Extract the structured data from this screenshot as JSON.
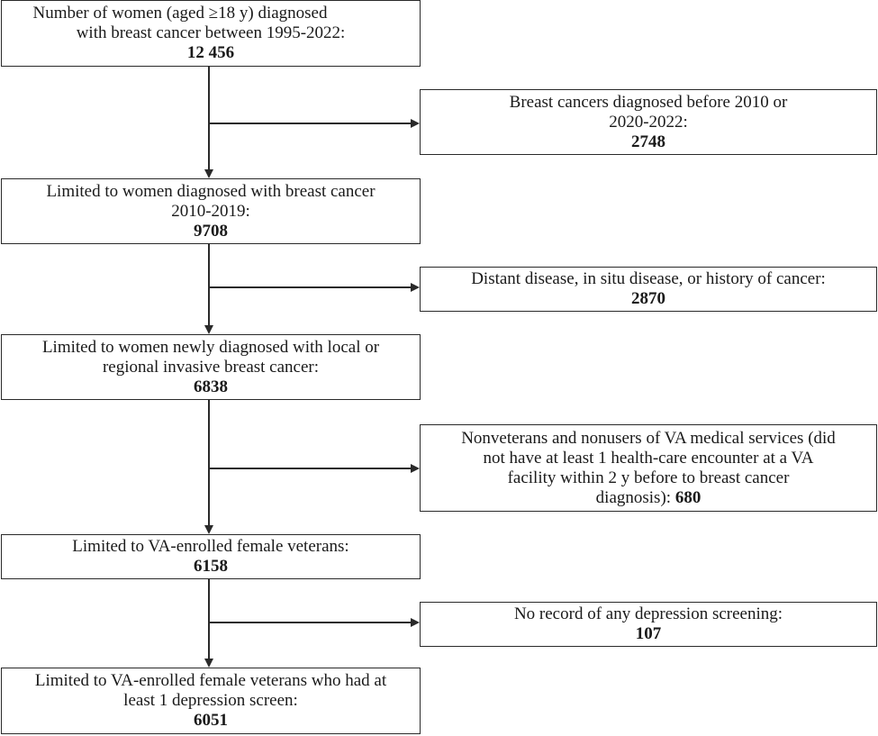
{
  "main_boxes": [
    {
      "lines": [
        "Number of women (aged ≥18 y) diagnosed",
        "with breast cancer between 1995-2022:"
      ],
      "count": "12 456"
    },
    {
      "lines": [
        "Limited to women diagnosed with breast cancer",
        "2010-2019:"
      ],
      "count": "9708"
    },
    {
      "lines": [
        "Limited to women newly diagnosed with local or",
        "regional invasive breast cancer:"
      ],
      "count": "6838"
    },
    {
      "lines": [
        "Limited to VA-enrolled female veterans:"
      ],
      "count": "6158"
    },
    {
      "lines": [
        "Limited to VA-enrolled female veterans who had at",
        "least 1 depression screen:"
      ],
      "count": "6051"
    }
  ],
  "exclusion_boxes": [
    {
      "lines": [
        "Breast cancers diagnosed before 2010 or",
        "2020-2022:"
      ],
      "count": "2748"
    },
    {
      "lines": [
        "Distant disease, in situ disease, or history  of  cancer:"
      ],
      "count": "2870"
    },
    {
      "lines": [
        "Nonveterans and nonusers of VA medical services (did",
        "not have at least 1 health-care  encounter at a VA",
        "facility within 2 y before  to  breast cancer"
      ],
      "last_line_prefix": "diagnosis): ",
      "count": "680"
    },
    {
      "lines": [
        "No record of any depression screening:"
      ],
      "count": "107"
    }
  ]
}
